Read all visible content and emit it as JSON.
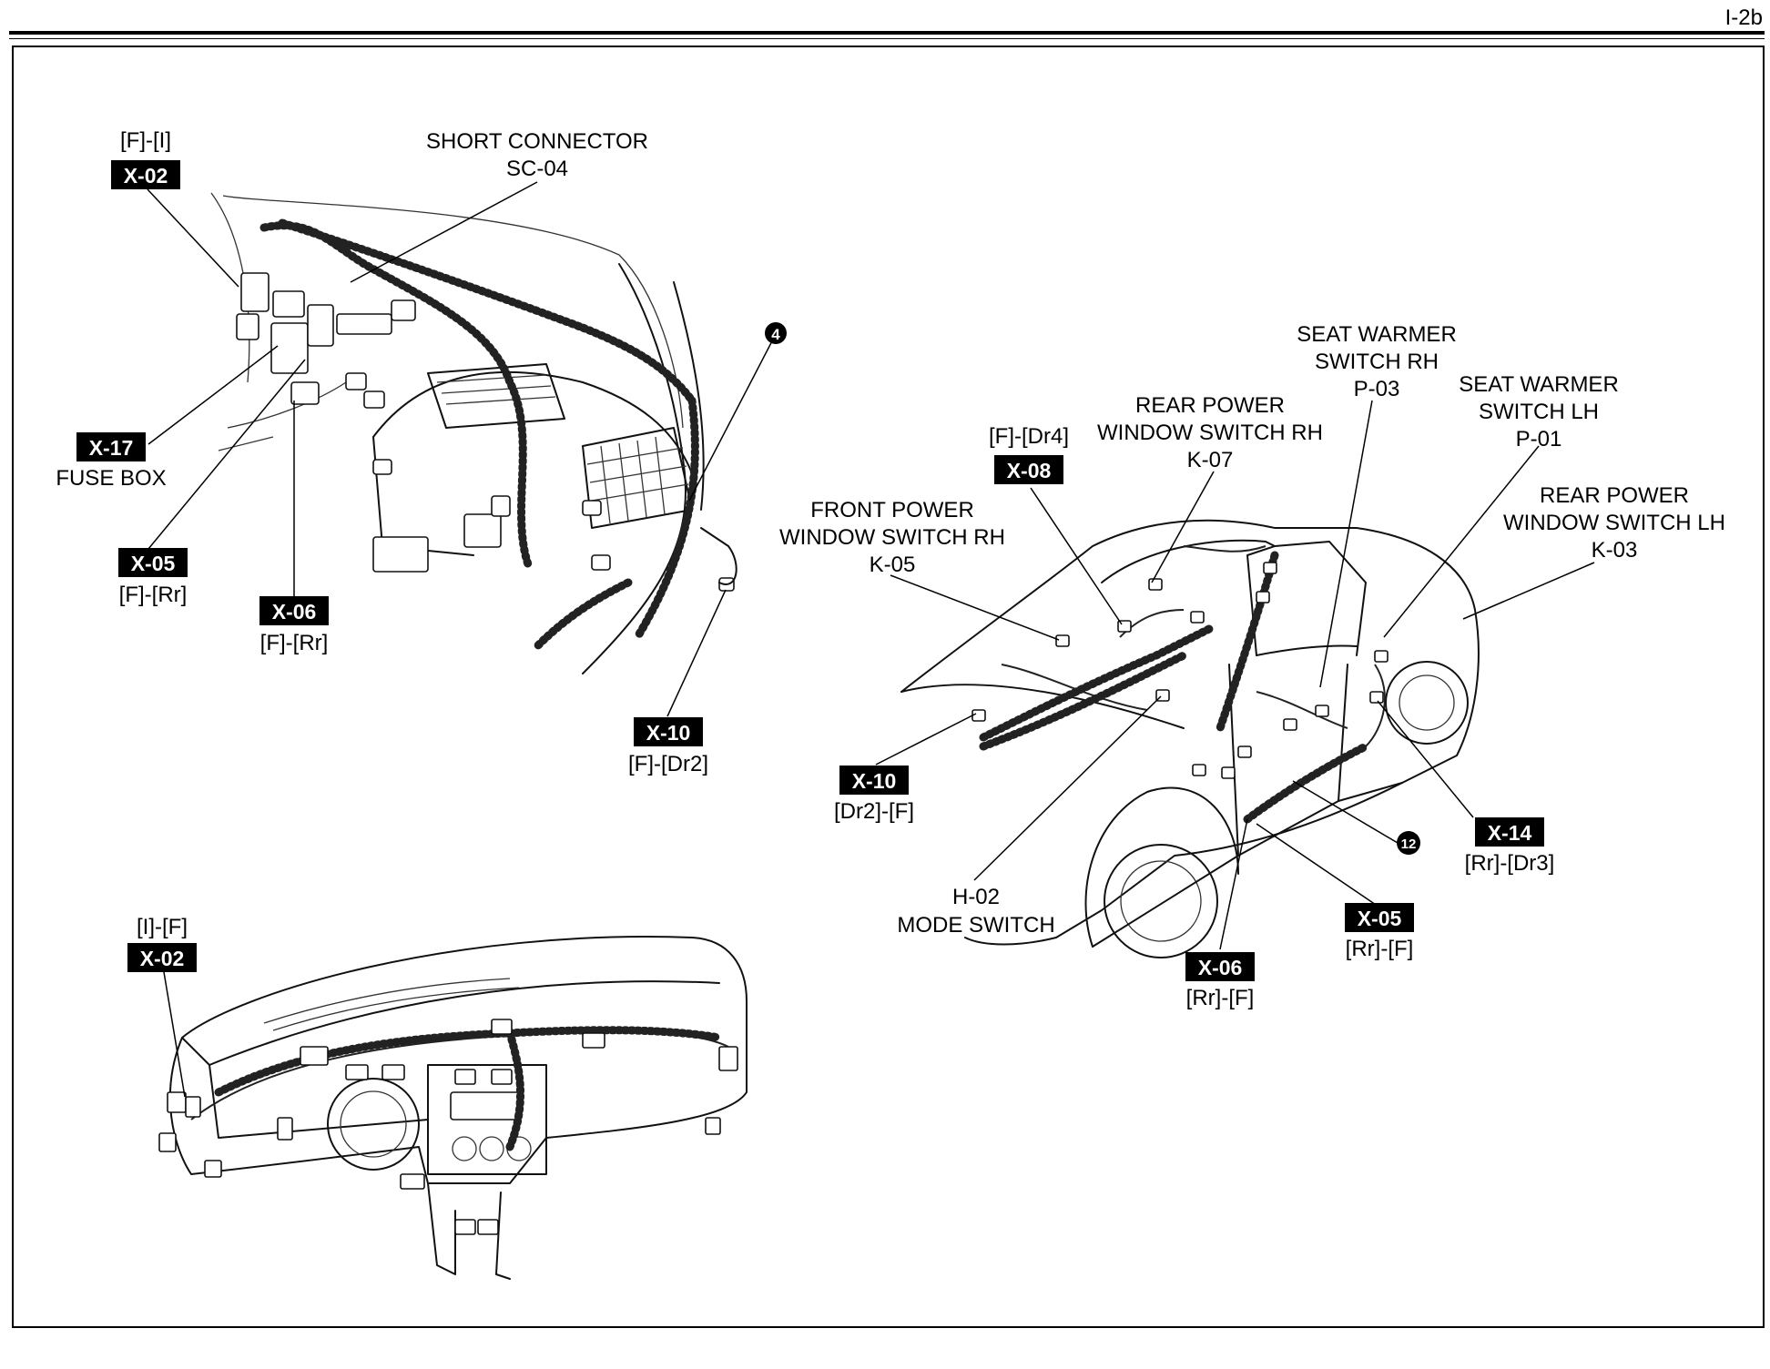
{
  "page_ref": "I-2b",
  "labels": {
    "top_left": {
      "x02_ref": "[F]-[I]",
      "x02_tag": "X-02",
      "short_connector_title": "SHORT CONNECTOR",
      "short_connector_code": "SC-04",
      "x17_tag": "X-17",
      "fuse_box": "FUSE BOX",
      "x05_tag": "X-05",
      "x05_ref": "[F]-[Rr]",
      "x06_tag": "X-06",
      "x06_ref": "[F]-[Rr]",
      "x10_tag": "X-10",
      "x10_ref": "[F]-[Dr2]",
      "ground_marker": "4"
    },
    "bottom_left": {
      "x02_ref": "[I]-[F]",
      "x02_tag": "X-02"
    },
    "right": {
      "seat_rh_line1": "SEAT WARMER",
      "seat_rh_line2": "SWITCH RH",
      "seat_rh_code": "P-03",
      "seat_lh_line1": "SEAT WARMER",
      "seat_lh_line2": "SWITCH LH",
      "seat_lh_code": "P-01",
      "rear_rh_line1": "REAR POWER",
      "rear_rh_line2": "WINDOW SWITCH RH",
      "rear_rh_code": "K-07",
      "rear_lh_line1": "REAR POWER",
      "rear_lh_line2": "WINDOW SWITCH LH",
      "rear_lh_code": "K-03",
      "x08_ref": "[F]-[Dr4]",
      "x08_tag": "X-08",
      "front_rh_line1": "FRONT POWER",
      "front_rh_line2": "WINDOW SWITCH RH",
      "front_rh_code": "K-05",
      "x10_tag": "X-10",
      "x10_ref": "[Dr2]-[F]",
      "mode_code": "H-02",
      "mode_label": "MODE SWITCH",
      "x14_tag": "X-14",
      "x14_ref": "[Rr]-[Dr3]",
      "ground_marker": "12",
      "x05_tag": "X-05",
      "x05_ref": "[Rr]-[F]",
      "x06_tag": "X-06",
      "x06_ref": "[Rr]-[F]"
    }
  }
}
